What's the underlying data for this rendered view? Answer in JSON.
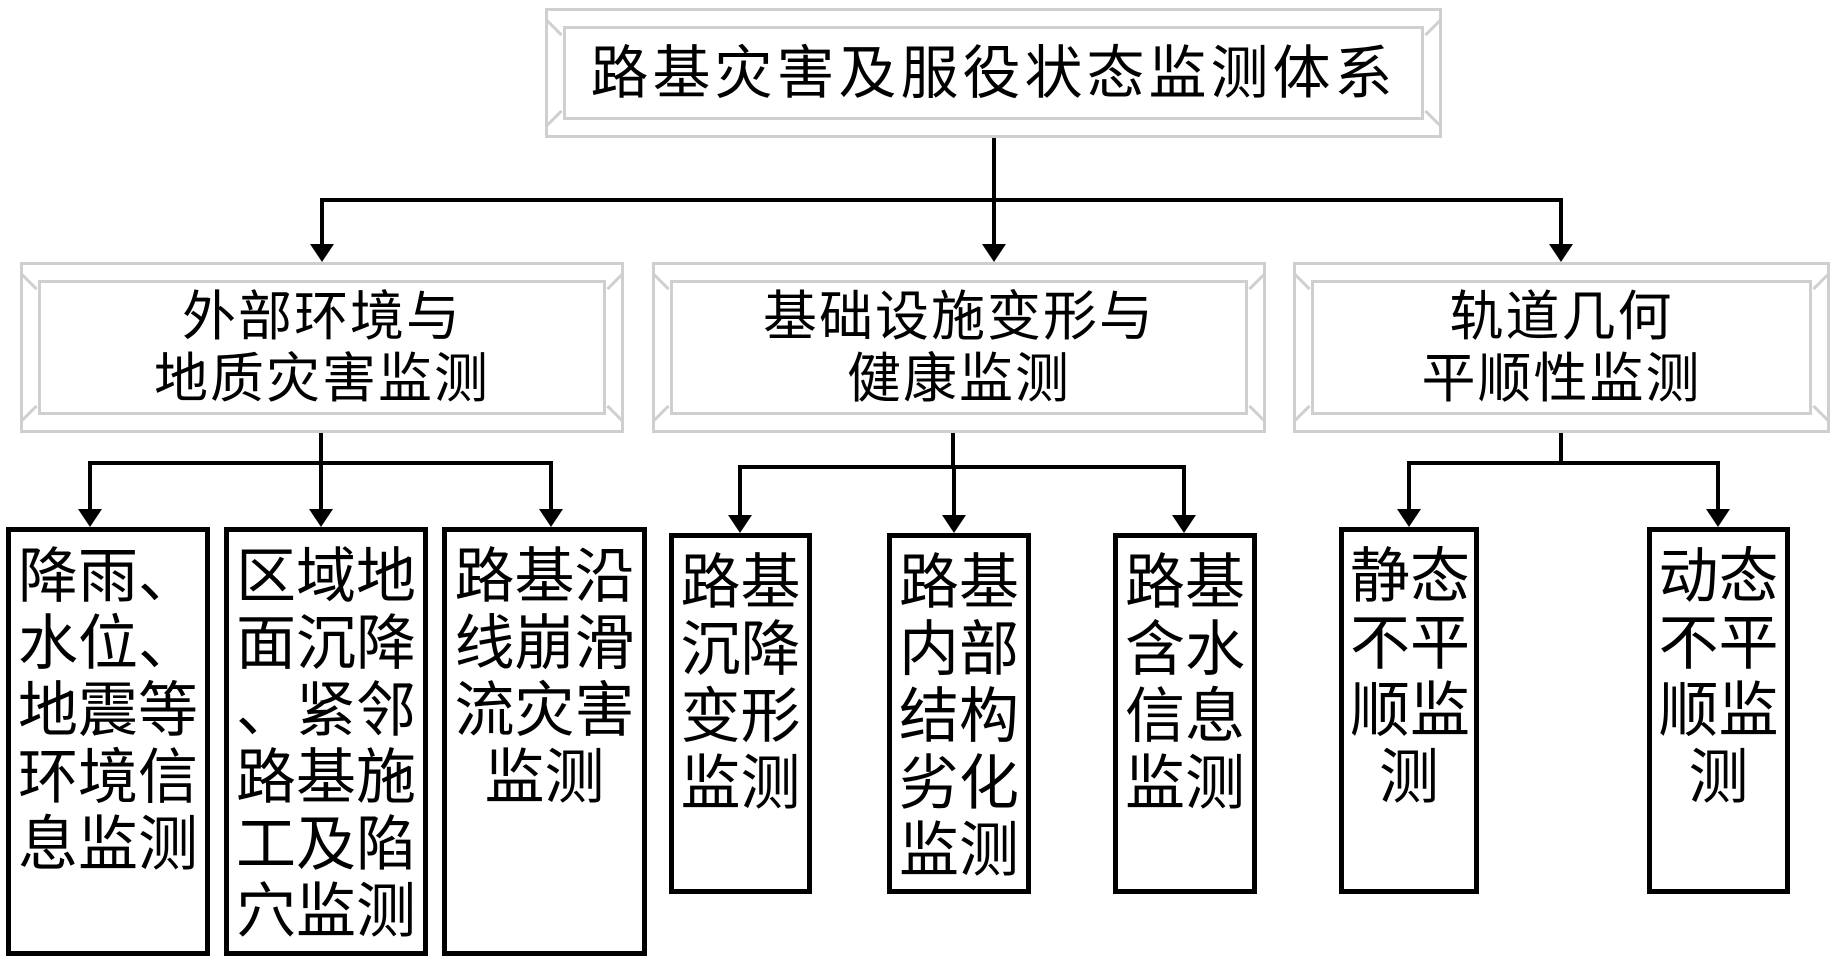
{
  "diagram": {
    "root": {
      "label": "路基灾害及服役状态监测体系"
    },
    "categories": [
      {
        "lines": [
          "外部环境与",
          "地质灾害监测"
        ],
        "children": [
          {
            "lines": [
              "降雨、",
              "水位、",
              "地震等",
              "环境信",
              "息监测"
            ]
          },
          {
            "lines": [
              "区域地",
              "面沉降",
              "、紧邻",
              "路基施",
              "工及陷",
              "穴监测"
            ]
          },
          {
            "lines": [
              "路基沿",
              "线崩滑",
              "流灾害",
              "监测"
            ]
          }
        ]
      },
      {
        "lines": [
          "基础设施变形与",
          "健康监测"
        ],
        "children": [
          {
            "lines": [
              "路基",
              "沉降",
              "变形",
              "监测"
            ]
          },
          {
            "lines": [
              "路基",
              "内部",
              "结构",
              "劣化",
              "监测"
            ]
          },
          {
            "lines": [
              "路基",
              "含水",
              "信息",
              "监测"
            ]
          }
        ]
      },
      {
        "lines": [
          "轨道几何",
          "平顺性监测"
        ],
        "children": [
          {
            "lines": [
              "静态",
              "不平",
              "顺监",
              "测"
            ]
          },
          {
            "lines": [
              "动态",
              "不平",
              "顺监",
              "测"
            ]
          }
        ]
      }
    ],
    "colors": {
      "line": "#000000",
      "bevel_border": "#cfcfcf",
      "background": "#ffffff"
    }
  }
}
